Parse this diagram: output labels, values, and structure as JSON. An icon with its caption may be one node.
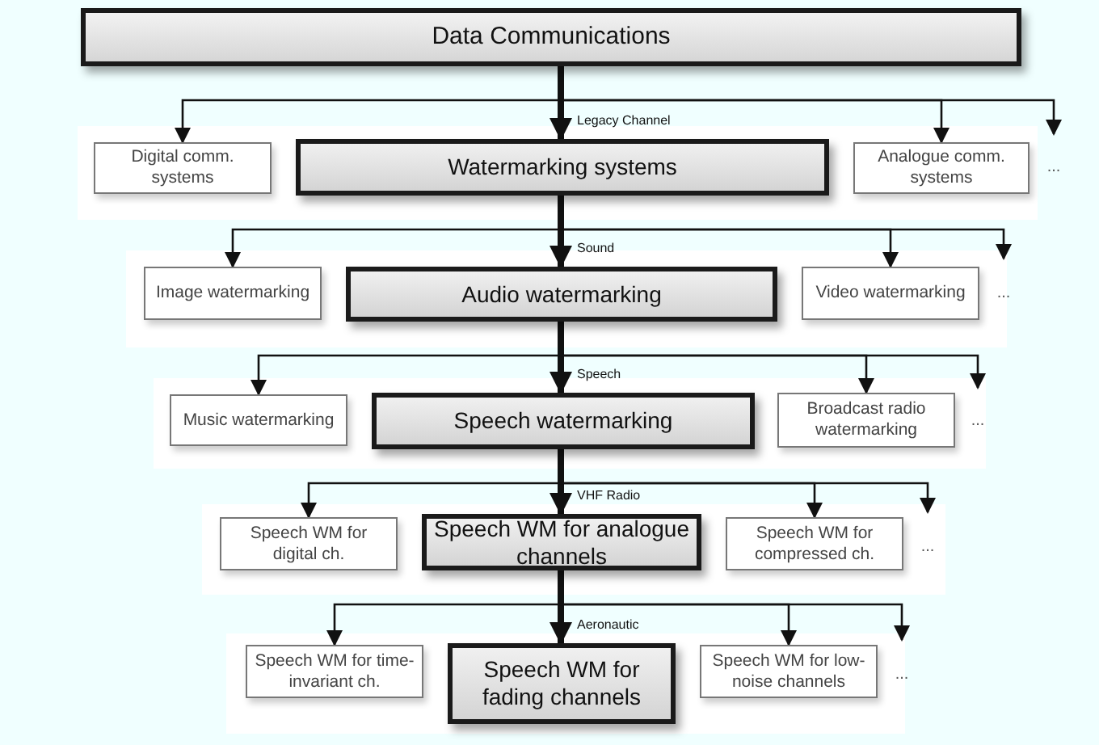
{
  "diagram": {
    "nodes": [
      {
        "text": [
          "Data Communications"
        ]
      },
      {
        "text": [
          "Digital comm. systems"
        ]
      },
      {
        "text": [
          "Watermarking systems"
        ]
      },
      {
        "text": [
          "Analogue comm. systems"
        ]
      },
      {
        "text": [
          "..."
        ]
      },
      {
        "text": [
          "Image watermarking"
        ]
      },
      {
        "text": [
          "Audio watermarking"
        ]
      },
      {
        "text": [
          "Video watermarking"
        ]
      },
      {
        "text": [
          "..."
        ]
      },
      {
        "text": [
          "Music watermarking"
        ]
      },
      {
        "text": [
          "Speech watermarking"
        ]
      },
      {
        "text": [
          "Broadcast radio watermarking"
        ]
      },
      {
        "text": [
          "..."
        ]
      },
      {
        "text": [
          "Speech WM for digital ch."
        ]
      },
      {
        "text": [
          "Speech WM for analogue channels"
        ]
      },
      {
        "text": [
          "Speech WM for compressed ch."
        ]
      },
      {
        "text": [
          "..."
        ]
      },
      {
        "text": [
          "Speech WM for time-invariant ch."
        ]
      },
      {
        "text": [
          "Speech WM for fading channels"
        ]
      },
      {
        "text": [
          "Speech WM for low-noise channels"
        ]
      },
      {
        "text": [
          "..."
        ]
      }
    ],
    "edges": [
      {
        "from": 0,
        "to": 1,
        "arrow": "to"
      },
      {
        "from": 0,
        "to": 2,
        "arrow": "to",
        "label": "Legacy Channel",
        "style": "thick"
      },
      {
        "from": 0,
        "to": 3,
        "arrow": "to"
      },
      {
        "from": 0,
        "to": 4,
        "arrow": "to"
      },
      {
        "from": 2,
        "to": 5,
        "arrow": "to"
      },
      {
        "from": 2,
        "to": 6,
        "arrow": "to",
        "label": "Sound",
        "style": "thick"
      },
      {
        "from": 2,
        "to": 7,
        "arrow": "to"
      },
      {
        "from": 2,
        "to": 8,
        "arrow": "to"
      },
      {
        "from": 6,
        "to": 9,
        "arrow": "to"
      },
      {
        "from": 6,
        "to": 10,
        "arrow": "to",
        "label": "Speech",
        "style": "thick"
      },
      {
        "from": 6,
        "to": 11,
        "arrow": "to"
      },
      {
        "from": 6,
        "to": 12,
        "arrow": "to"
      },
      {
        "from": 10,
        "to": 13,
        "arrow": "to"
      },
      {
        "from": 10,
        "to": 14,
        "arrow": "to",
        "label": "VHF Radio",
        "style": "thick"
      },
      {
        "from": 10,
        "to": 15,
        "arrow": "to"
      },
      {
        "from": 10,
        "to": 16,
        "arrow": "to"
      },
      {
        "from": 14,
        "to": 17,
        "arrow": "to"
      },
      {
        "from": 14,
        "to": 18,
        "arrow": "to",
        "label": "Aeronautic",
        "style": "thick"
      },
      {
        "from": 14,
        "to": 19,
        "arrow": "to"
      },
      {
        "from": 14,
        "to": 20,
        "arrow": "to"
      }
    ]
  }
}
